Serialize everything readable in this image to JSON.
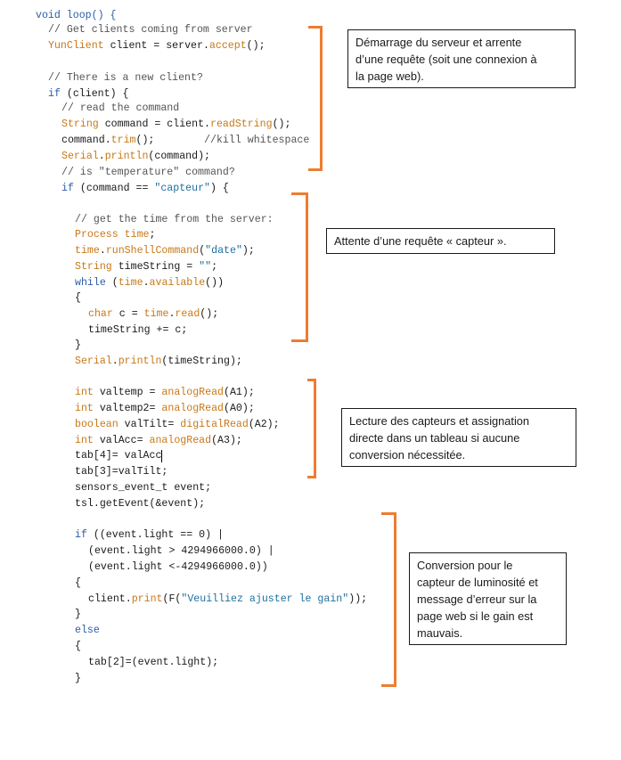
{
  "code_lines": [
    {
      "tokens": [
        {
          "t": "void loop() {",
          "c": "keyword"
        }
      ]
    },
    {
      "tokens": [
        {
          "t": "// Get clients coming from server",
          "c": "comment"
        }
      ]
    },
    {
      "tokens": [
        {
          "t": "YunClient",
          "c": "type"
        },
        {
          "t": " client = server.",
          "c": "plain"
        },
        {
          "t": "accept",
          "c": "func"
        },
        {
          "t": "();",
          "c": "plain"
        }
      ]
    },
    {
      "tokens": [
        {
          "t": "",
          "c": "plain"
        }
      ]
    },
    {
      "tokens": [
        {
          "t": "// There is a new client?",
          "c": "comment"
        }
      ]
    },
    {
      "tokens": [
        {
          "t": "if",
          "c": "keyword"
        },
        {
          "t": " (client) {",
          "c": "plain"
        }
      ]
    },
    {
      "tokens": [
        {
          "t": "// read the command",
          "c": "comment"
        }
      ]
    },
    {
      "tokens": [
        {
          "t": "String",
          "c": "type"
        },
        {
          "t": " command = client.",
          "c": "plain"
        },
        {
          "t": "readString",
          "c": "func"
        },
        {
          "t": "();",
          "c": "plain"
        }
      ]
    },
    {
      "tokens": [
        {
          "t": "command.",
          "c": "plain"
        },
        {
          "t": "trim",
          "c": "func"
        },
        {
          "t": "();        ",
          "c": "plain"
        },
        {
          "t": "//kill whitespace",
          "c": "comment"
        }
      ]
    },
    {
      "tokens": [
        {
          "t": "Serial",
          "c": "type"
        },
        {
          "t": ".",
          "c": "plain"
        },
        {
          "t": "println",
          "c": "func"
        },
        {
          "t": "(command);",
          "c": "plain"
        }
      ]
    },
    {
      "tokens": [
        {
          "t": "// is \"temperature\" command?",
          "c": "comment"
        }
      ]
    },
    {
      "tokens": [
        {
          "t": "if",
          "c": "keyword"
        },
        {
          "t": " (command == ",
          "c": "plain"
        },
        {
          "t": "\"capteur\"",
          "c": "string"
        },
        {
          "t": ") {",
          "c": "plain"
        }
      ]
    },
    {
      "tokens": [
        {
          "t": "// get the time from the server:",
          "c": "comment"
        }
      ]
    },
    {
      "tokens": [
        {
          "t": "Process",
          "c": "type"
        },
        {
          "t": " ",
          "c": "plain"
        },
        {
          "t": "time",
          "c": "func"
        },
        {
          "t": ";",
          "c": "plain"
        }
      ]
    },
    {
      "tokens": [
        {
          "t": "time",
          "c": "func"
        },
        {
          "t": ".",
          "c": "plain"
        },
        {
          "t": "runShellCommand",
          "c": "func"
        },
        {
          "t": "(",
          "c": "plain"
        },
        {
          "t": "\"date\"",
          "c": "string"
        },
        {
          "t": ");",
          "c": "plain"
        }
      ]
    },
    {
      "tokens": [
        {
          "t": "String",
          "c": "type"
        },
        {
          "t": " timeString = ",
          "c": "plain"
        },
        {
          "t": "\"\"",
          "c": "string"
        },
        {
          "t": ";",
          "c": "plain"
        }
      ]
    },
    {
      "tokens": [
        {
          "t": "while",
          "c": "keyword"
        },
        {
          "t": " (",
          "c": "plain"
        },
        {
          "t": "time",
          "c": "func"
        },
        {
          "t": ".",
          "c": "plain"
        },
        {
          "t": "available",
          "c": "func"
        },
        {
          "t": "())",
          "c": "plain"
        }
      ]
    },
    {
      "tokens": [
        {
          "t": "{",
          "c": "plain"
        }
      ]
    },
    {
      "tokens": [
        {
          "t": "char",
          "c": "type"
        },
        {
          "t": " c = ",
          "c": "plain"
        },
        {
          "t": "time",
          "c": "func"
        },
        {
          "t": ".",
          "c": "plain"
        },
        {
          "t": "read",
          "c": "func"
        },
        {
          "t": "();",
          "c": "plain"
        }
      ]
    },
    {
      "tokens": [
        {
          "t": "timeString += c;",
          "c": "plain"
        }
      ]
    },
    {
      "tokens": [
        {
          "t": "}",
          "c": "plain"
        }
      ]
    },
    {
      "tokens": [
        {
          "t": "Serial",
          "c": "type"
        },
        {
          "t": ".",
          "c": "plain"
        },
        {
          "t": "println",
          "c": "func"
        },
        {
          "t": "(timeString);",
          "c": "plain"
        }
      ]
    },
    {
      "tokens": [
        {
          "t": "int",
          "c": "type"
        },
        {
          "t": " valtemp = ",
          "c": "plain"
        },
        {
          "t": "analogRead",
          "c": "func"
        },
        {
          "t": "(A1);",
          "c": "plain"
        }
      ]
    },
    {
      "tokens": [
        {
          "t": "int",
          "c": "type"
        },
        {
          "t": " valtemp2= ",
          "c": "plain"
        },
        {
          "t": "analogRead",
          "c": "func"
        },
        {
          "t": "(A0);",
          "c": "plain"
        }
      ]
    },
    {
      "tokens": [
        {
          "t": "boolean",
          "c": "type"
        },
        {
          "t": " valTilt= ",
          "c": "plain"
        },
        {
          "t": "digitalRead",
          "c": "func"
        },
        {
          "t": "(A2);",
          "c": "plain"
        }
      ]
    },
    {
      "tokens": [
        {
          "t": "int",
          "c": "type"
        },
        {
          "t": " valAcc= ",
          "c": "plain"
        },
        {
          "t": "analogRead",
          "c": "func"
        },
        {
          "t": "(A3);",
          "c": "plain"
        }
      ]
    },
    {
      "tokens": [
        {
          "t": "tab[4]= valAcc",
          "c": "plain"
        }
      ]
    },
    {
      "tokens": [
        {
          "t": "tab[3]=valTilt;",
          "c": "plain"
        }
      ]
    },
    {
      "tokens": [
        {
          "t": "sensors_event_t event;",
          "c": "plain"
        }
      ]
    },
    {
      "tokens": [
        {
          "t": "tsl.getEvent(&event);",
          "c": "plain"
        }
      ]
    },
    {
      "tokens": [
        {
          "t": "if",
          "c": "keyword"
        },
        {
          "t": " ((event.light == 0) |",
          "c": "plain"
        }
      ]
    },
    {
      "tokens": [
        {
          "t": "(event.light > 4294966000.0) |",
          "c": "plain"
        }
      ]
    },
    {
      "tokens": [
        {
          "t": "(event.light <-4294966000.0))",
          "c": "plain"
        }
      ]
    },
    {
      "tokens": [
        {
          "t": "{",
          "c": "plain"
        }
      ]
    },
    {
      "tokens": [
        {
          "t": "client.",
          "c": "plain"
        },
        {
          "t": "print",
          "c": "func"
        },
        {
          "t": "(F(",
          "c": "plain"
        },
        {
          "t": "\"Veuilliez ajuster le gain\"",
          "c": "string"
        },
        {
          "t": "));",
          "c": "plain"
        }
      ]
    },
    {
      "tokens": [
        {
          "t": "}",
          "c": "plain"
        }
      ]
    },
    {
      "tokens": [
        {
          "t": "else",
          "c": "keyword"
        }
      ]
    },
    {
      "tokens": [
        {
          "t": "{",
          "c": "plain"
        }
      ]
    },
    {
      "tokens": [
        {
          "t": "tab[2]=(event.light);",
          "c": "plain"
        }
      ]
    },
    {
      "tokens": [
        {
          "t": "}",
          "c": "plain"
        }
      ]
    }
  ],
  "annotations": [
    {
      "text": "Démarrage du serveur et arrente\nd’une requête (soit une connexion à\nla page web)."
    },
    {
      "text": "Attente d’une requête « capteur »."
    },
    {
      "text": "Lecture des capteurs et assignation\ndirecte dans un tableau si aucune\nconversion nécessitée."
    },
    {
      "text": "Conversion pour le\ncapteur de luminosité et\nmessage d’erreur sur la\npage web si le gain est\nmauvais."
    }
  ],
  "colors": {
    "bracket": "#ed7d31",
    "comment": "#555555",
    "keyword": "#2a5ea8",
    "type": "#c87818",
    "string": "#1f6fa0"
  }
}
